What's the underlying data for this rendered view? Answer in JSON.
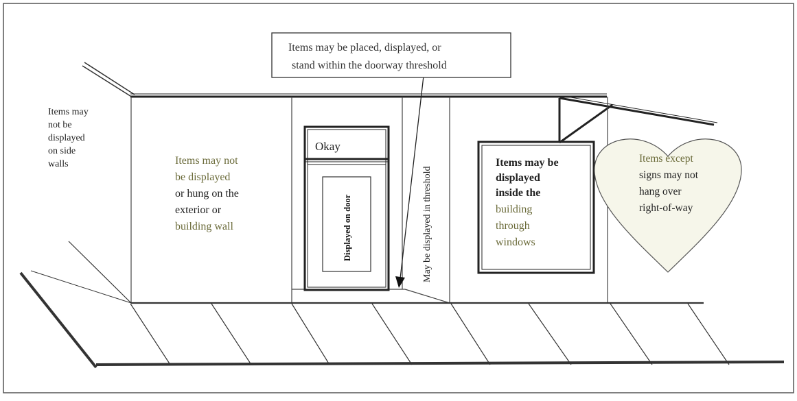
{
  "labels": {
    "side_walls": [
      "Items may",
      "not be",
      "displayed",
      "on side",
      "walls"
    ],
    "exterior": [
      "Items may not",
      "be displayed",
      "or hung on the",
      "exterior or",
      "building wall"
    ],
    "doorway": [
      "Items may be placed, displayed, or",
      "stand within the doorway threshold"
    ],
    "okay": "Okay",
    "door": "Displayed on door",
    "threshold": "May be displayed in threshold",
    "windows": [
      "Items may be",
      "displayed",
      "inside the",
      "building",
      "through",
      "windows"
    ],
    "heart": [
      "Items except",
      "signs may not",
      "hang over",
      "right-of-way"
    ]
  },
  "colors": {
    "olive_text": "#6b6b3a",
    "heart_fill": "#f6f6ea"
  }
}
